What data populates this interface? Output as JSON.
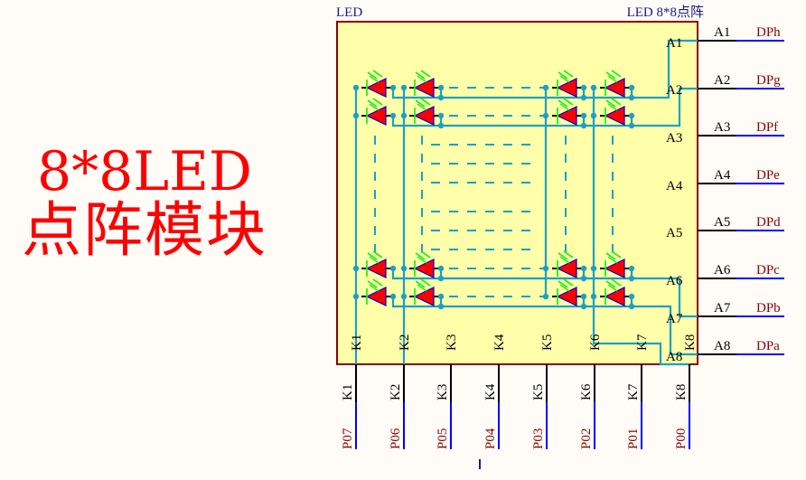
{
  "title": {
    "line1": "8*8LED",
    "line2": "点阵模块"
  },
  "component": {
    "designator": "LED",
    "comment": "LED 8*8点阵",
    "colors": {
      "body_fill": "#ffffaa",
      "body_border": "#8b0000",
      "wire": "#1aa0c8",
      "pin_line": "#000000",
      "net_line": "#0000ff",
      "net_label": "#8b0000",
      "led_fill": "#ff0000",
      "led_outline": "#0000cc",
      "light_arrows": "#22ee22",
      "title_text": "#ff0000"
    }
  },
  "anode_pins": [
    {
      "inner": "A1",
      "outer": "A1",
      "net": "DPh"
    },
    {
      "inner": "A2",
      "outer": "A2",
      "net": "DPg"
    },
    {
      "inner": "A3",
      "outer": "A3",
      "net": "DPf"
    },
    {
      "inner": "A4",
      "outer": "A4",
      "net": "DPe"
    },
    {
      "inner": "A5",
      "outer": "A5",
      "net": "DPd"
    },
    {
      "inner": "A6",
      "outer": "A6",
      "net": "DPc"
    },
    {
      "inner": "A7",
      "outer": "A7",
      "net": "DPb"
    },
    {
      "inner": "A8",
      "outer": "A8",
      "net": "DPa"
    }
  ],
  "cathode_pins": [
    {
      "inner": "K1",
      "outer": "K1",
      "net": "P07"
    },
    {
      "inner": "K2",
      "outer": "K2",
      "net": "P06"
    },
    {
      "inner": "K3",
      "outer": "K3",
      "net": "P05"
    },
    {
      "inner": "K4",
      "outer": "K4",
      "net": "P04"
    },
    {
      "inner": "K5",
      "outer": "K5",
      "net": "P03"
    },
    {
      "inner": "K6",
      "outer": "K6",
      "net": "P02"
    },
    {
      "inner": "K7",
      "outer": "K7",
      "net": "P01"
    },
    {
      "inner": "K8",
      "outer": "K8",
      "net": "P00"
    }
  ]
}
